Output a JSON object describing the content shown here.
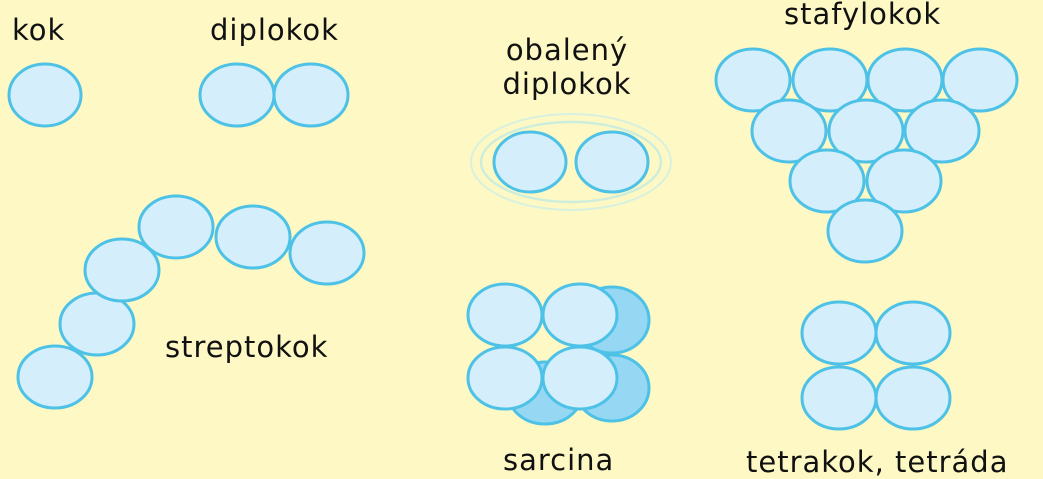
{
  "labels": {
    "kok": "kok",
    "diplokok": "diplokok",
    "obaleny_diplokok": [
      "obalený",
      "diplokok"
    ],
    "stafylokok": "stafylokok",
    "streptokok": "streptokok",
    "sarcina": "sarcina",
    "tetrakok": "tetrakok, tetráda"
  },
  "colors": {
    "background": "#fdf8c4",
    "cell_fill": "#d4effb",
    "cell_stroke": "#4ec2e6",
    "cell_shadow_fill": "#96d8f4",
    "capsule_stroke": "#cdeedd",
    "text": "#111111"
  }
}
